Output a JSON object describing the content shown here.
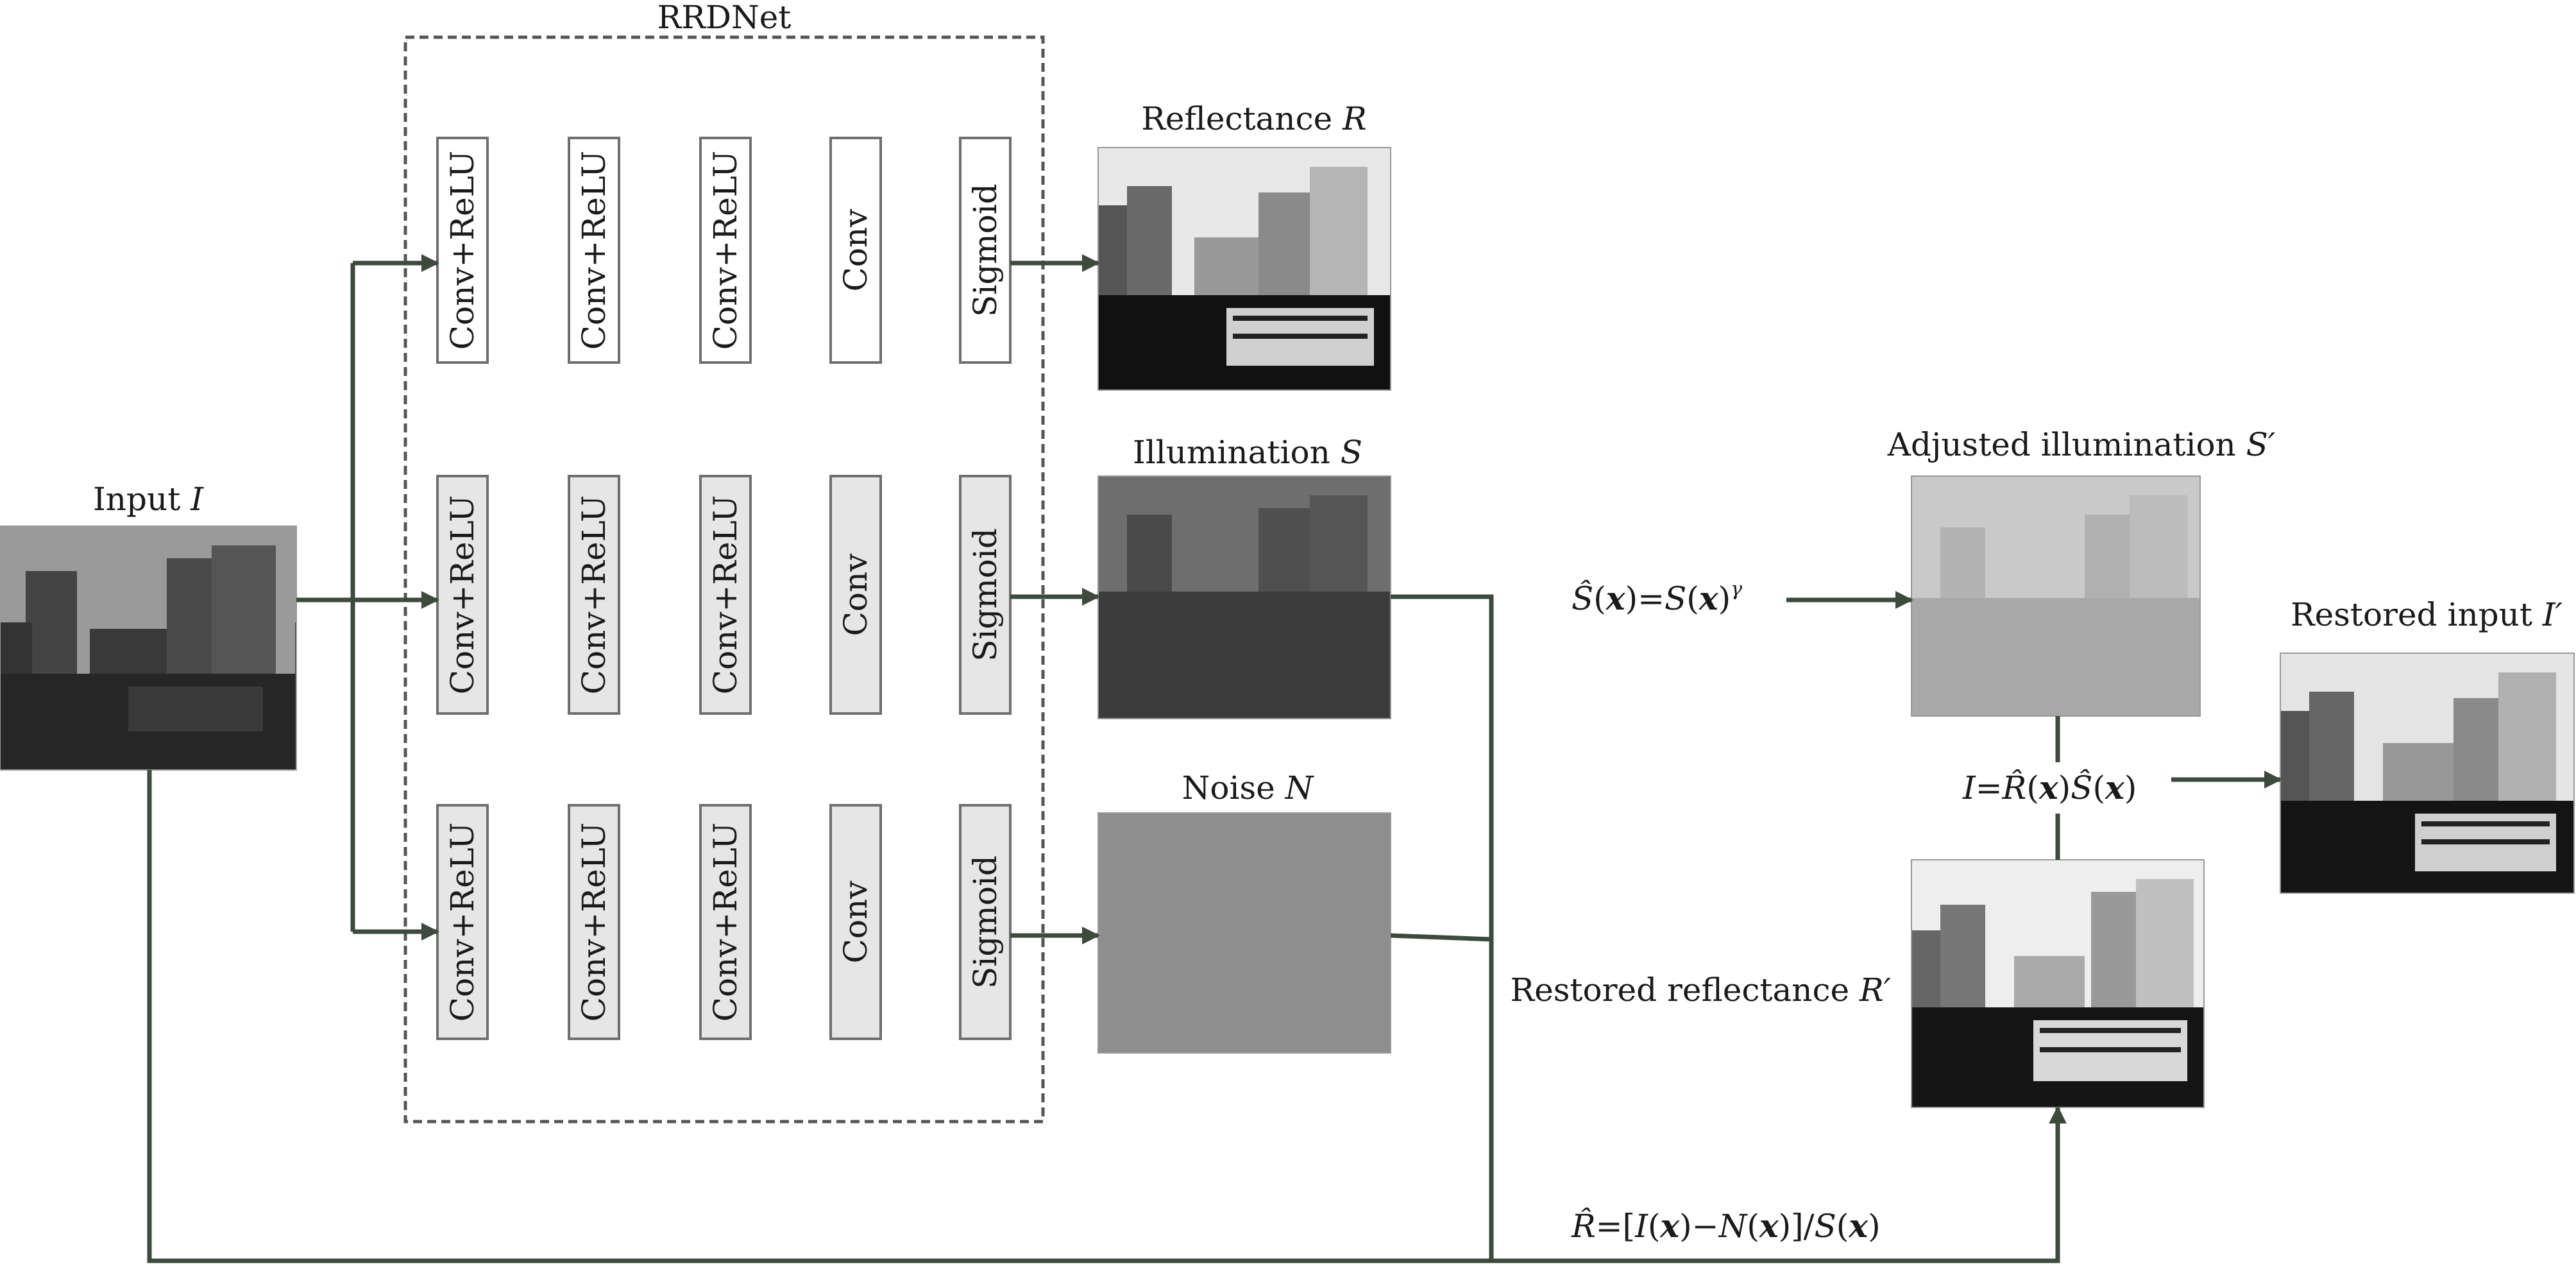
{
  "rrdnet": {
    "title": "RRDNet",
    "rows": [
      {
        "blocks": [
          "Conv+ReLU",
          "Conv+ReLU",
          "Conv+ReLU",
          "Conv",
          "Sigmoid"
        ]
      },
      {
        "blocks": [
          "Conv+ReLU",
          "Conv+ReLU",
          "Conv+ReLU",
          "Conv",
          "Sigmoid"
        ]
      },
      {
        "blocks": [
          "Conv+ReLU",
          "Conv+ReLU",
          "Conv+ReLU",
          "Conv",
          "Sigmoid"
        ]
      }
    ]
  },
  "labels": {
    "input": {
      "text": "Input ",
      "symbol": "I"
    },
    "reflectance": {
      "text": "Reflectance ",
      "symbol": "R"
    },
    "illumination": {
      "text": "Illumination ",
      "symbol": "S"
    },
    "noise": {
      "text": "Noise ",
      "symbol": "N"
    },
    "adjusted_illumination": {
      "text": "Adjusted illumination ",
      "symbol": "S′"
    },
    "restored_input": {
      "text": "Restored input ",
      "symbol": "I′"
    },
    "restored_reflectance": {
      "text": "Restored reflectance ",
      "symbol": "R′"
    }
  },
  "equations": {
    "gamma": {
      "s_hat": "Ŝ",
      "open": "(",
      "x": "x",
      "close": ")=",
      "s": "S",
      "open2": "(",
      "x2": "x",
      "close2": ")",
      "gamma": "γ"
    },
    "product": {
      "i": "I",
      "eq": "=",
      "r_hat": "R̂",
      "open": "(",
      "x": "x",
      "close": ")",
      "s_hat": "Ŝ",
      "open2": "(",
      "x2": "x",
      "close2": ")"
    },
    "reflectance": {
      "r_hat": "R̂",
      "eq": "=[",
      "i": "I",
      "open": "(",
      "x": "x",
      "minus": ")−",
      "n": "N",
      "open2": "(",
      "x2": "x",
      "close": ")]/",
      "s": "S",
      "open3": "(",
      "x3": "x",
      "close3": ")"
    }
  },
  "colors": {
    "wire": "#3d4a3d",
    "block_white": "#ffffff",
    "block_gray": "#e6e6e6",
    "noise_fill": "#8e8e8e"
  }
}
